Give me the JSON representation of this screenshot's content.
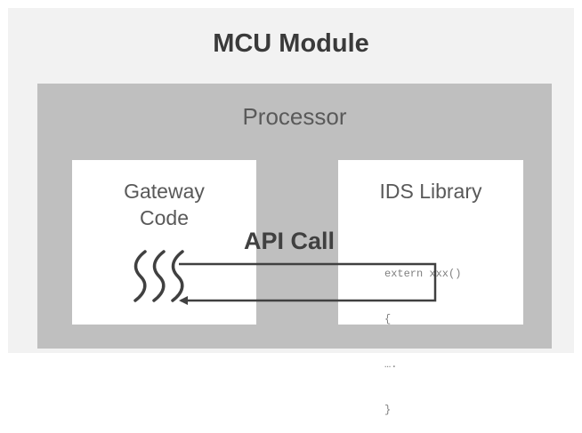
{
  "module": {
    "title": "MCU Module"
  },
  "processor": {
    "title": "Processor"
  },
  "gateway": {
    "title_line1": "Gateway",
    "title_line2": "Code",
    "icon": "wavy-lines-icon"
  },
  "ids_library": {
    "title": "IDS Library",
    "code_lines": [
      "extern xxx()",
      "{",
      "….",
      "}"
    ]
  },
  "call": {
    "label": "API Call"
  },
  "colors": {
    "outer_bg": "#f2f2f2",
    "processor_bg": "#bfbfbf",
    "box_bg": "#ffffff",
    "arrow": "#404040"
  }
}
